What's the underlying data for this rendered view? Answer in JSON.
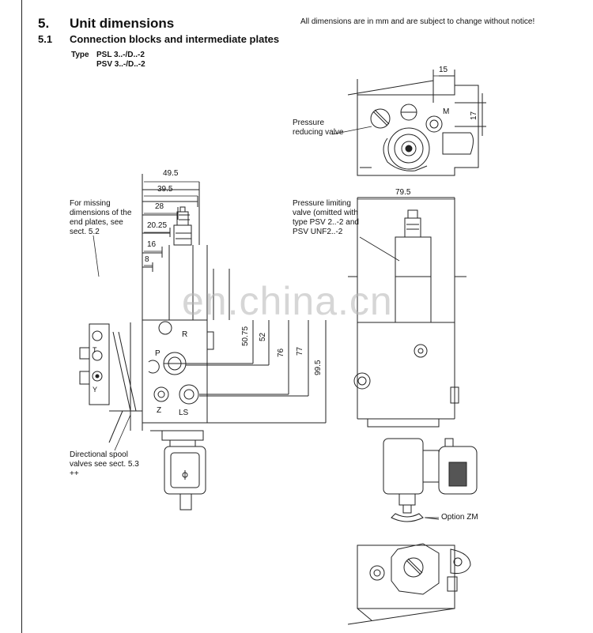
{
  "section": {
    "number": "5.",
    "title": "Unit dimensions"
  },
  "subsection": {
    "number": "5.1",
    "title": "Connection blocks and intermediate plates"
  },
  "notice": "All dimensions are in mm and are subject to change without notice!",
  "type": {
    "label": "Type",
    "lines": [
      "PSL 3..-/D..-2",
      "PSV 3..-/D..-2"
    ]
  },
  "callouts": {
    "missing_dims": "For missing dimensions of the end plates, see sect. 5.2",
    "pressure_reducing": "Pressure reducing valve",
    "pressure_limiting": "Pressure limiting valve (omitted with type PSV 2..-2 and PSV UNF2..-2",
    "directional": "Directional spool valves see sect. 5.3 ++",
    "option_zm": "Option ZM"
  },
  "dims_horizontal": [
    "49.5",
    "39.5",
    "28",
    "20.25",
    "16",
    "8"
  ],
  "dims_vertical": [
    "50.75",
    "52",
    "76",
    "77",
    "99.5"
  ],
  "dims_right": {
    "width": "79.5",
    "top": "15",
    "side": "17"
  },
  "ports": {
    "r": "R",
    "p": "P",
    "t": "T",
    "y": "Y",
    "z": "Z",
    "ls": "LS",
    "m": "M"
  },
  "watermark": "en.china.cn"
}
